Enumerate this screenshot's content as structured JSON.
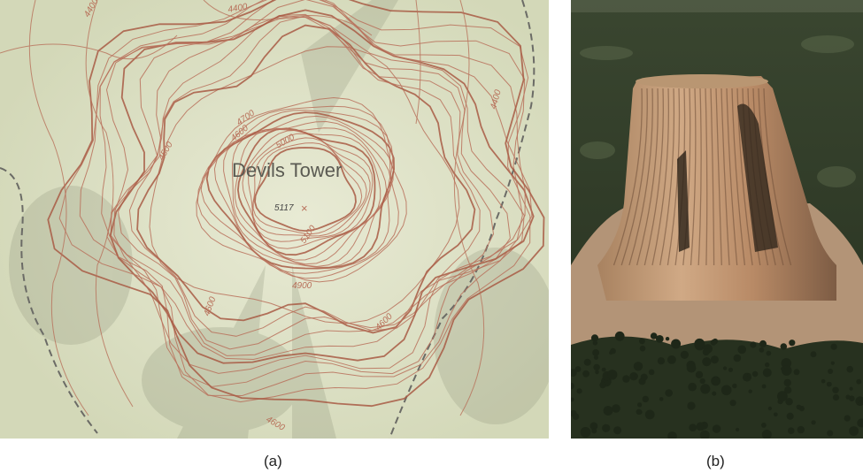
{
  "map": {
    "title": "Devils Tower",
    "spot_elevation": "5117",
    "spot_marker": "×",
    "contour_labels": [
      "4400",
      "4400",
      "4500",
      "4600",
      "4700",
      "5000",
      "5100",
      "4900",
      "4600",
      "4600",
      "4600",
      "4400"
    ],
    "colors": {
      "paper": "#dfe2c6",
      "contour": "#b8705a",
      "index_contour": "#a85a44",
      "boundary": "#6b6b66"
    }
  },
  "photo": {
    "colors": {
      "sky_forest": "#2f3a26",
      "rock_light": "#c79e7a",
      "rock_dark": "#7a5a44",
      "forest": "#2b3522"
    }
  },
  "captions": {
    "a": "(a)",
    "b": "(b)"
  }
}
